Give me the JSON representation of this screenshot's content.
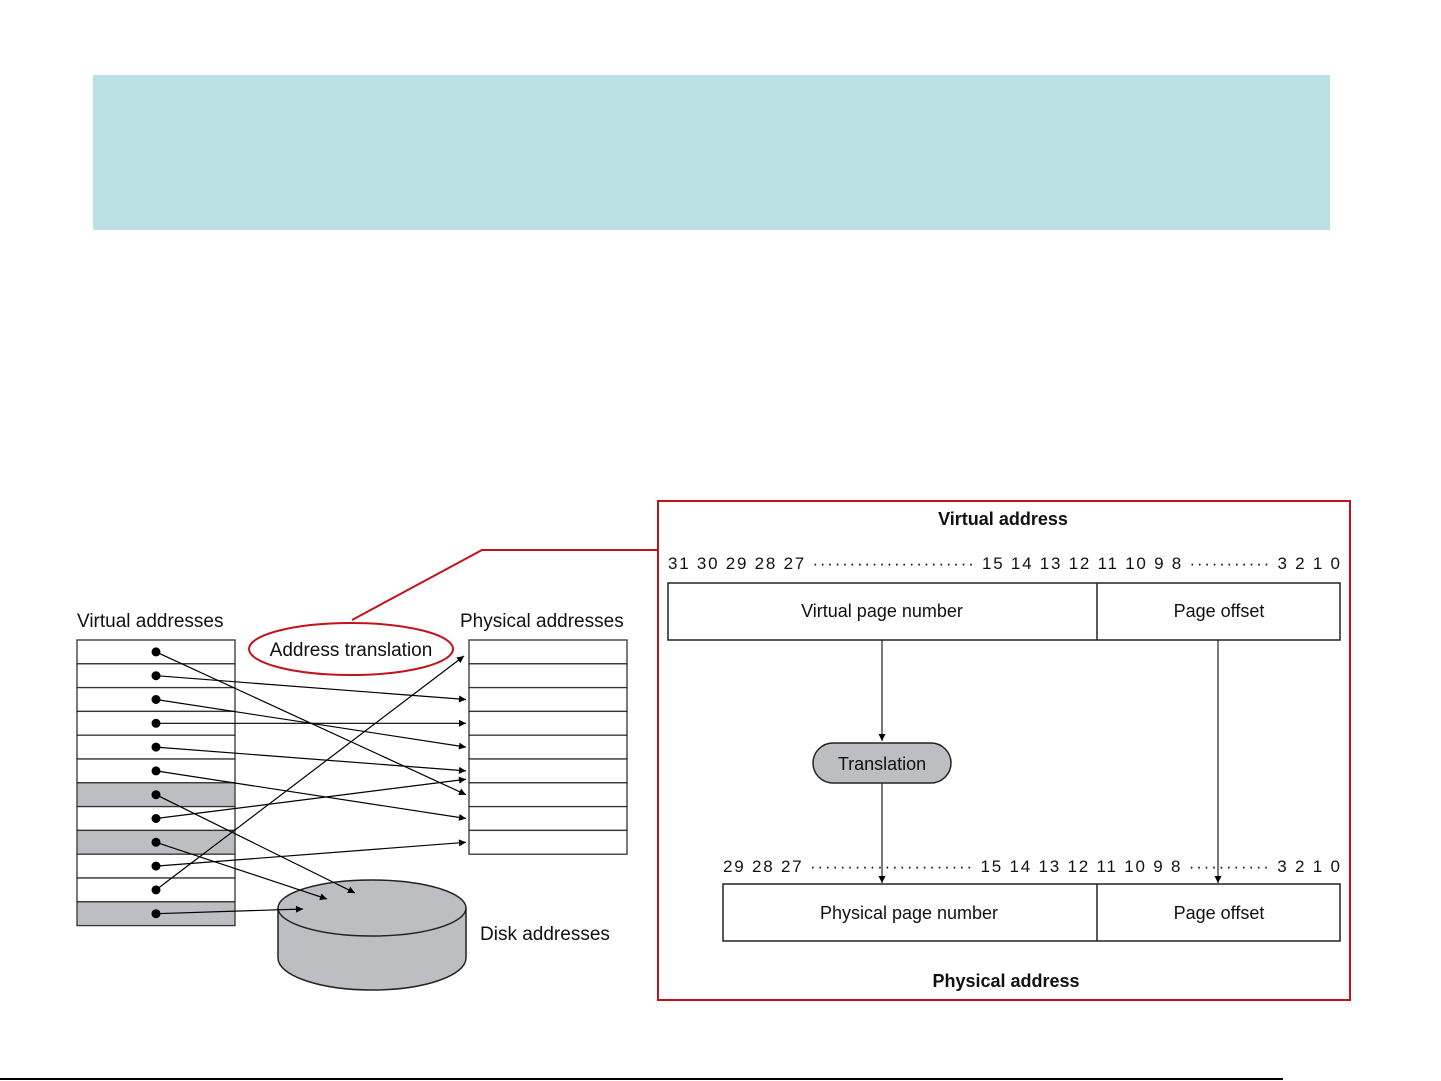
{
  "slide": {
    "title_band_color": "#bbe0e3",
    "accent_color": "#c0141c"
  },
  "left_figure": {
    "virtual_label": "Virtual addresses",
    "physical_label": "Physical addresses",
    "translation_label": "Address translation",
    "disk_label": "Disk addresses",
    "virtual_pages": [
      {
        "shaded": false,
        "maps_to": "physical",
        "target": 6
      },
      {
        "shaded": false,
        "maps_to": "physical",
        "target": 2
      },
      {
        "shaded": false,
        "maps_to": "physical",
        "target": 4
      },
      {
        "shaded": false,
        "maps_to": "physical",
        "target": 3
      },
      {
        "shaded": false,
        "maps_to": "physical",
        "target": 5
      },
      {
        "shaded": false,
        "maps_to": "physical",
        "target": 7
      },
      {
        "shaded": true,
        "maps_to": "disk",
        "target": 0
      },
      {
        "shaded": false,
        "maps_to": "physical",
        "target": 5
      },
      {
        "shaded": true,
        "maps_to": "disk",
        "target": 1
      },
      {
        "shaded": false,
        "maps_to": "physical",
        "target": 8
      },
      {
        "shaded": false,
        "maps_to": "physical",
        "target": 0
      },
      {
        "shaded": true,
        "maps_to": "disk",
        "target": 2
      }
    ],
    "physical_page_count": 9
  },
  "right_figure": {
    "top_title": "Virtual address",
    "virtual_bits": "31 30 29 28 27 ······················ 15 14 13 12 11 10 9 8 ··········· 3 2 1 0",
    "virtual_page_number": "Virtual page number",
    "page_offset_top": "Page offset",
    "translation": "Translation",
    "physical_bits": "29 28 27 ······················ 15 14 13 12 11 10 9 8 ··········· 3 2 1 0",
    "physical_page_number": "Physical page number",
    "page_offset_bottom": "Page offset",
    "bottom_title": "Physical address"
  }
}
